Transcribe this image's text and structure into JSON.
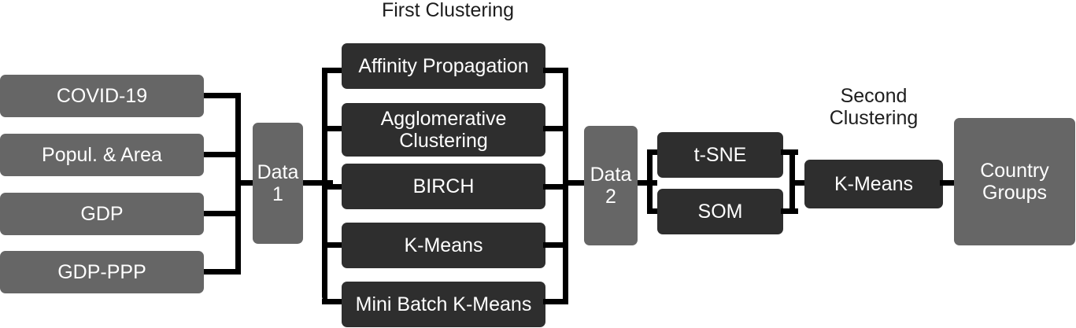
{
  "diagram": {
    "title_first_clustering": "First Clustering",
    "title_second_clustering": "Second\nClustering"
  },
  "inputs": [
    {
      "label": "COVID-19"
    },
    {
      "label": "Popul. & Area"
    },
    {
      "label": "GDP"
    },
    {
      "label": "GDP-PPP"
    }
  ],
  "data1": {
    "label": "Data\n1"
  },
  "first_clustering": [
    {
      "label": "Affinity Propagation"
    },
    {
      "label": "Agglomerative\nClustering"
    },
    {
      "label": "BIRCH"
    },
    {
      "label": "K-Means"
    },
    {
      "label": "Mini Batch K-Means"
    }
  ],
  "data2": {
    "label": "Data\n2"
  },
  "reduction": [
    {
      "label": "t-SNE"
    },
    {
      "label": "SOM"
    }
  ],
  "second_clustering": {
    "label": "K-Means"
  },
  "output": {
    "label": "Country\nGroups"
  },
  "colors": {
    "data_box": "#666666",
    "algorithm_box": "#2e2e2e",
    "connector": "#000000",
    "box_text": "#ffffff",
    "title_text": "#1d1d1d",
    "background": "#ffffff"
  }
}
